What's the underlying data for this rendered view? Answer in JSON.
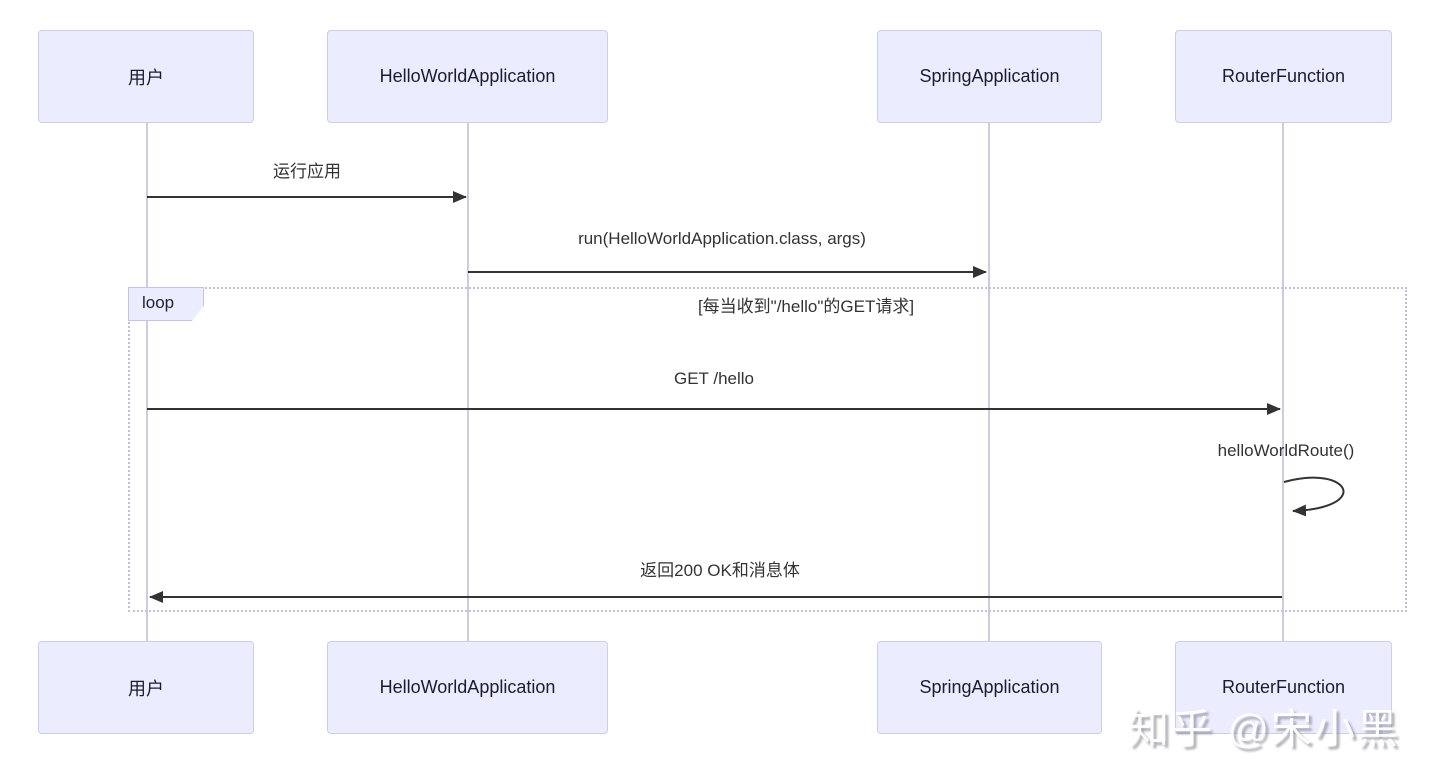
{
  "diagram": {
    "type": "sequence-diagram",
    "participants": [
      {
        "id": "user",
        "name": "用户"
      },
      {
        "id": "hello-world-application",
        "name": "HelloWorldApplication"
      },
      {
        "id": "spring-application",
        "name": "SpringApplication"
      },
      {
        "id": "router-function",
        "name": "RouterFunction"
      }
    ],
    "messages": [
      {
        "from": "用户",
        "to": "HelloWorldApplication",
        "label": "运行应用",
        "arrow": "solid"
      },
      {
        "from": "HelloWorldApplication",
        "to": "SpringApplication",
        "label": "run(HelloWorldApplication.class, args)",
        "arrow": "solid"
      },
      {
        "from": "用户",
        "to": "RouterFunction",
        "label": "GET /hello",
        "arrow": "solid"
      },
      {
        "from": "RouterFunction",
        "to": "RouterFunction",
        "label": "helloWorldRoute()",
        "arrow": "self-loop"
      },
      {
        "from": "RouterFunction",
        "to": "用户",
        "label": "返回200 OK和消息体",
        "arrow": "solid"
      }
    ],
    "loop": {
      "label": "loop",
      "condition": "[每当收到\"/hello\"的GET请求]"
    },
    "colors": {
      "actor_fill": "#ececff",
      "actor_border": "#cdcde6",
      "lifeline": "#cbcbe3",
      "arrow": "#333333",
      "loop_border": "#bfbfde",
      "text": "#333333",
      "background": "#ffffff"
    }
  },
  "watermark": {
    "text": "知乎 @宋小黑"
  }
}
